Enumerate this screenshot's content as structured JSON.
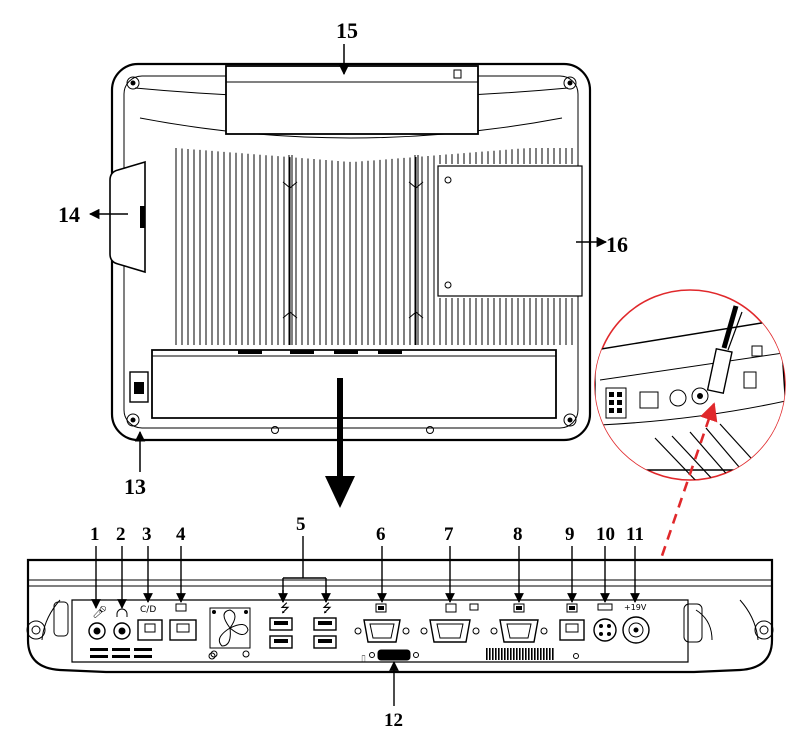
{
  "callouts": {
    "c1": "1",
    "c2": "2",
    "c3": "3",
    "c4": "4",
    "c5": "5",
    "c6": "6",
    "c7": "7",
    "c8": "8",
    "c9": "9",
    "c10": "10",
    "c11": "11",
    "c12": "12",
    "c13": "13",
    "c14": "14",
    "c15": "15",
    "c16": "16"
  },
  "colors": {
    "line": "#000000",
    "accent": "#e0282b",
    "background": "#ffffff"
  }
}
